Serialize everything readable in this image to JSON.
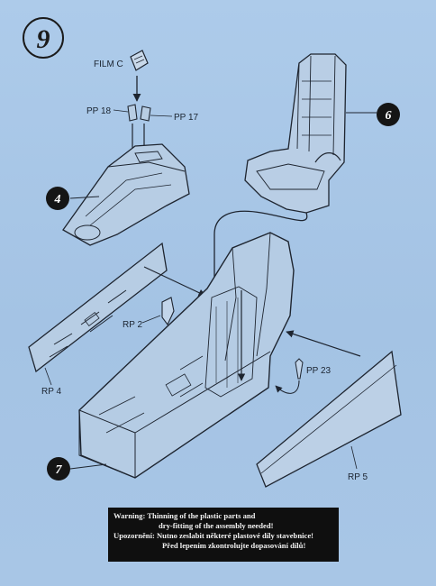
{
  "step_number": "9",
  "callouts": [
    "4",
    "6",
    "7"
  ],
  "labels": {
    "film_c": "FILM C",
    "pp18": "PP 18",
    "pp17": "PP 17",
    "rp2": "RP 2",
    "rp4": "RP 4",
    "pp23": "PP 23",
    "rp5": "RP 5"
  },
  "warning": {
    "line1": "Warning: Thinning of the plastic parts and",
    "line2": "dry-fitting of the assembly needed!",
    "line3": "Upozornění: Nutno zeslabit některé plastové díly stavebnice!",
    "line4": "Před lepením zkontrolujte dopasování dílů!"
  },
  "colors": {
    "background": "#a9c7e6",
    "line": "#1e2530",
    "warning_bg": "#0f0f0f"
  }
}
